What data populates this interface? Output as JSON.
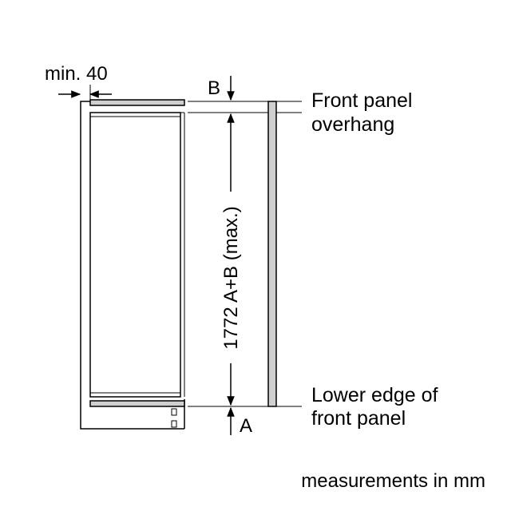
{
  "labels": {
    "min_gap": "min. 40",
    "b": "B",
    "a": "A",
    "front_panel_line1": "Front panel",
    "front_panel_line2": "overhang",
    "height": "1772 A+B (max.)",
    "lower_edge_line1": "Lower edge of",
    "lower_edge_line2": "front panel",
    "units": "measurements in mm"
  },
  "colors": {
    "line": "#000000",
    "panel_fill": "#cfcfcf",
    "background": "#ffffff"
  }
}
